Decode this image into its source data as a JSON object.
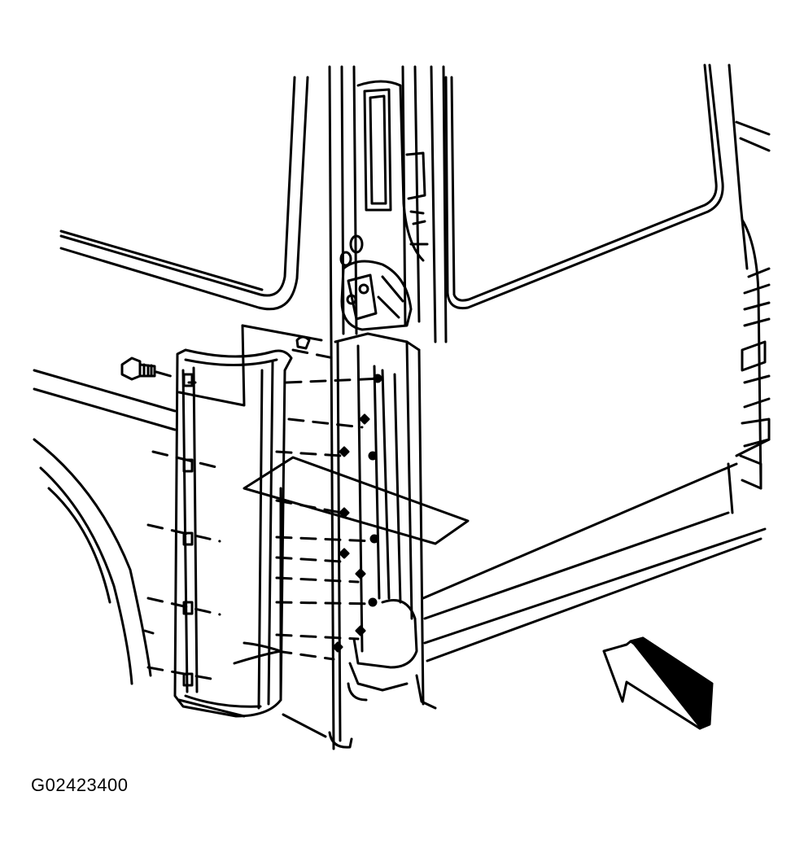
{
  "figure": {
    "id_label": "G02423400"
  },
  "colors": {
    "line": "#000000",
    "fill": "#ffffff"
  },
  "parts": {
    "body": "vehicle-body-outline",
    "pillar": "door-pillar",
    "trim_panel": "lower-trim-panel",
    "fastener": "bolt",
    "clip": "retainer-clip",
    "direction": "view-direction-arrow"
  }
}
